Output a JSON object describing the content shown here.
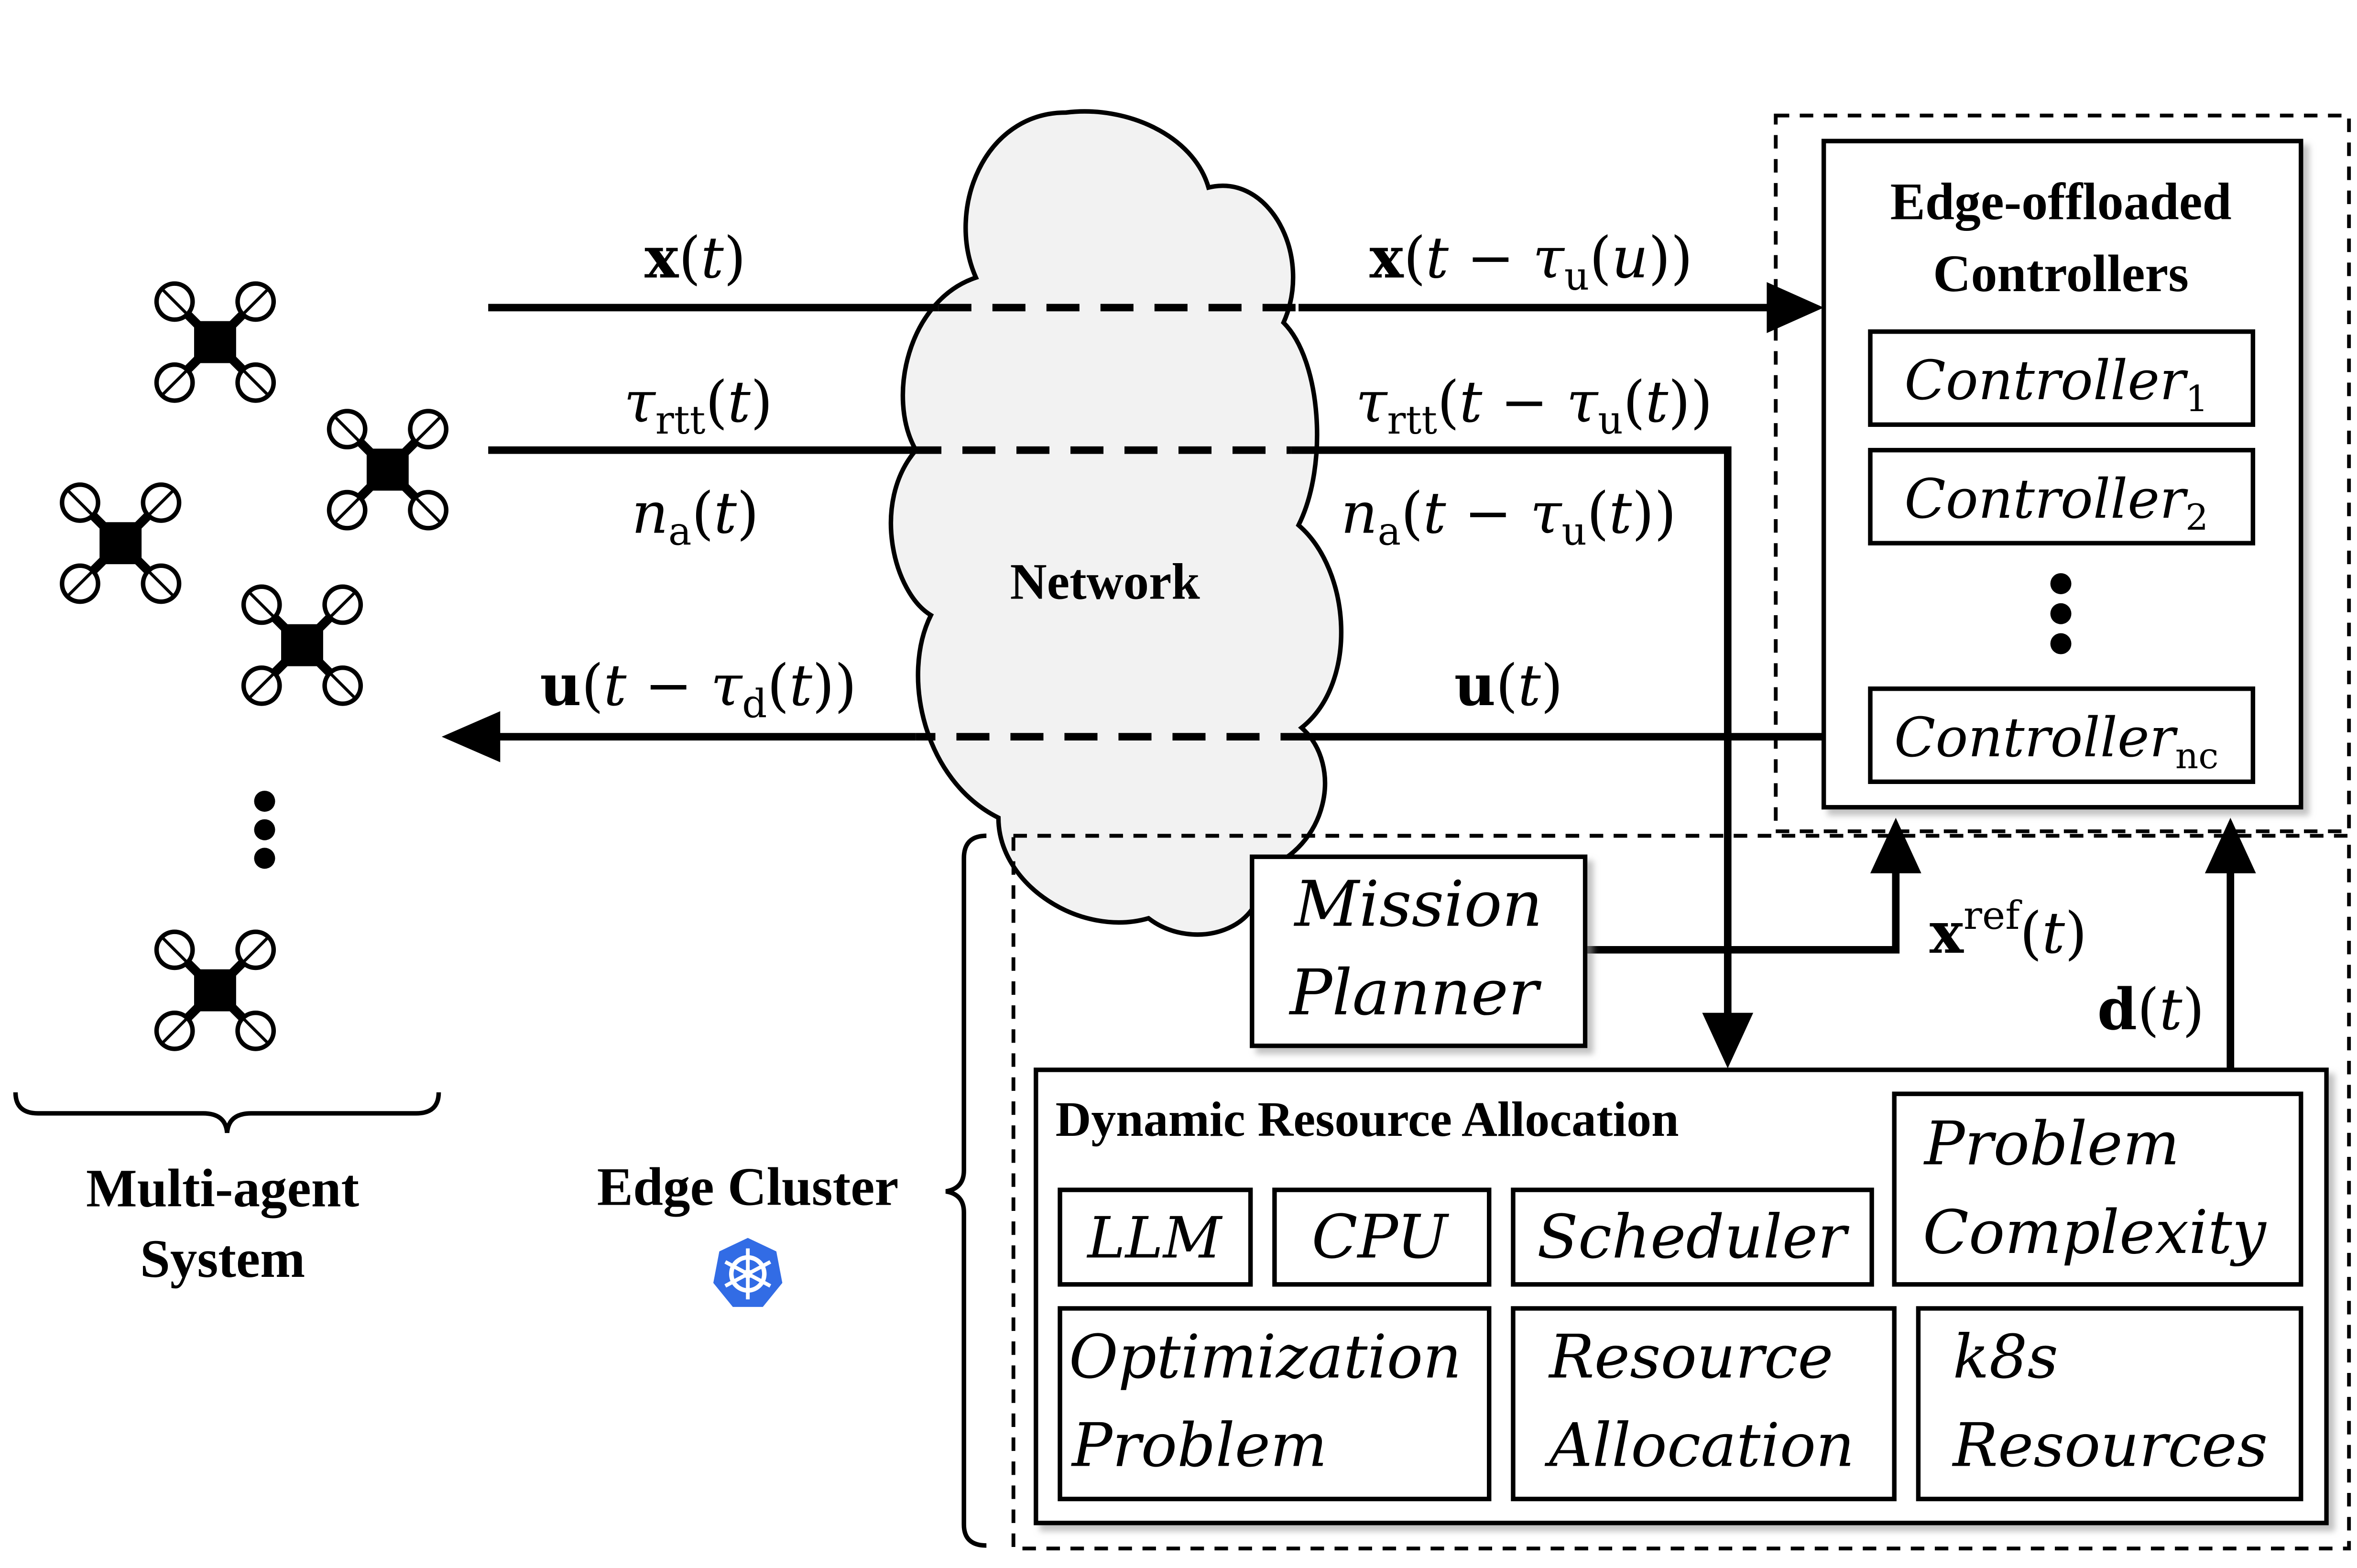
{
  "labels": {
    "multi_agent_1": "Multi-agent",
    "multi_agent_2": "System",
    "edge_cluster": "Edge Cluster",
    "network": "Network",
    "edge_offloaded_1": "Edge-offloaded",
    "edge_offloaded_2": "Controllers",
    "controller": "Controller",
    "controller_sub_1": "1",
    "controller_sub_2": "2",
    "controller_sub_nc": "nc",
    "mission_1": "Mission",
    "mission_2": "Planner",
    "dra_title": "Dynamic Resource Allocation",
    "llm": "LLM",
    "cpu": "CPU",
    "scheduler": "Scheduler",
    "problem_complexity_1": "Problem",
    "problem_complexity_2": "Complexity",
    "optimization_1": "Optimization",
    "optimization_2": "Problem",
    "resource_alloc_1": "Resource",
    "resource_alloc_2": "Allocation",
    "k8s_1": "k8s",
    "k8s_2": "Resources"
  },
  "signals": {
    "x_t": "x(t)",
    "tau_rtt_t": "τrtt(t)",
    "na_t": "na(t)",
    "u_delayed": "u(t − τd(t))",
    "x_delayed": "x(t − τu(u))",
    "tau_rtt_delayed": "τrtt(t − τu(t))",
    "na_delayed": "na(t − τu(t))",
    "u_t": "u(t)",
    "xref_t": "xref(t)",
    "d_t": "d(t)"
  },
  "colors": {
    "cloud_fill": "#f2f2f2",
    "k8s_blue": "#326ce5",
    "line": "#000000",
    "shadow": "#bbbbbb"
  },
  "icons": {
    "drone": "quadcopter-icon",
    "k8s": "kubernetes-icon"
  }
}
